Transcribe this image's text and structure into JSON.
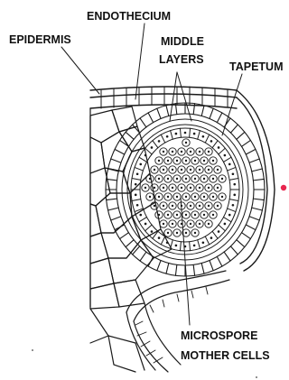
{
  "labels": {
    "endothecium": "ENDOTHECIUM",
    "epidermis": "EPIDERMIS",
    "middle_layers": [
      "MIDDLE",
      "LAYERS"
    ],
    "tapetum": "TAPETUM",
    "microspore_mother_cells": [
      "MICROSPORE",
      "MOTHER CELLS"
    ]
  },
  "colors": {
    "ink": "#1a1a1a",
    "background": "#ffffff",
    "cursor_dot": "#e8264f"
  }
}
